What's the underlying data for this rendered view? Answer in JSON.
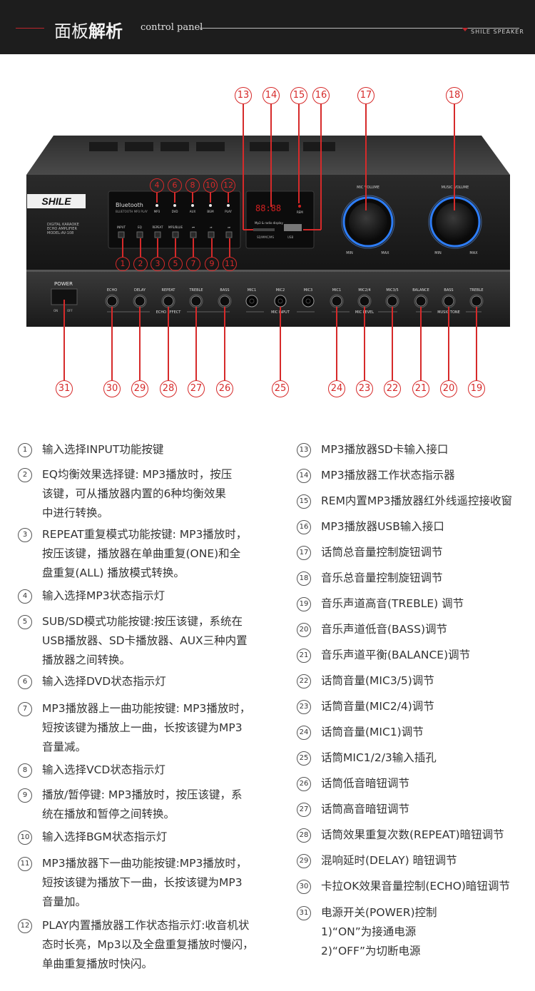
{
  "header": {
    "title_cn_a": "面板",
    "title_cn_b": "解析",
    "title_en": "control panel",
    "brand": "SHILE SPEAKER"
  },
  "device": {
    "brand": "SHILE",
    "model_line1": "DIGITAL KARAOKE",
    "model_line2": "ECHO AMPLIFIER",
    "model_line3": "MODEL:AV-108",
    "bluetooth": "Bluetooth",
    "bt_sub": "BLUETOOTH MP3 PLAY",
    "indicators": [
      "MP3",
      "DVD",
      "AUX",
      "BGM",
      "PLAY"
    ],
    "buttons": [
      "INPUT",
      "EQ",
      "REPEAT",
      "MP3/BLUE",
      "⏮",
      "⏯",
      "⏭"
    ],
    "mp3_display_label": "Mp3 & radio display",
    "sd_label": "SD/MMC/MS",
    "rem_label": "REM",
    "usb_label": "USB",
    "mic_volume": "MIC VOLUME",
    "music_volume": "MUSIC VOLUME",
    "min": "MIN",
    "max": "MAX",
    "power": "POWER",
    "power_on": "ON",
    "power_off": "OFF",
    "echo_knobs": [
      "ECHO",
      "DELAY",
      "REPEAT",
      "TREBLE",
      "BASS"
    ],
    "echo_group": "ECHO EFFECT",
    "mic_jacks": [
      "MIC1",
      "MIC2",
      "MIC3"
    ],
    "mic_input_group": "MIC INPUT",
    "mic_level_knobs": [
      "MIC1",
      "MIC2/4",
      "MIC3/5"
    ],
    "mic_level_group": "MIC LEVEL",
    "music_knobs": [
      "BALANCE",
      "BASS",
      "TREBLE"
    ],
    "music_tone_group": "MUSIC TONE"
  },
  "descriptions_left": [
    {
      "n": "1",
      "text": "输入选择INPUT功能按键"
    },
    {
      "n": "2",
      "text": "EQ均衡效果选择键: MP3播放时，按压\n该键，可从播放器内置的6种均衡效果\n中进行转换。"
    },
    {
      "n": "3",
      "text": "REPEAT重复模式功能按键: MP3播放时，\n按压该键，播放器在单曲重复(ONE)和全\n盘重复(ALL) 播放模式转换。"
    },
    {
      "n": "4",
      "text": "输入选择MP3状态指示灯"
    },
    {
      "n": "5",
      "text": "SUB/SD模式功能按键:按压该键，系统在\nUSB播放器、SD卡播放器、AUX三种内置\n播放器之间转换。"
    },
    {
      "n": "6",
      "text": "输入选择DVD状态指示灯"
    },
    {
      "n": "7",
      "text": "MP3播放器上一曲功能按键: MP3播放时，\n短按该键为播放上一曲，长按该键为MP3\n音量减。"
    },
    {
      "n": "8",
      "text": "输入选择VCD状态指示灯"
    },
    {
      "n": "9",
      "text": "播放/暂停键: MP3播放时，按压该键，系\n统在播放和暂停之间转换。"
    },
    {
      "n": "10",
      "text": "输入选择BGM状态指示灯"
    },
    {
      "n": "11",
      "text": "MP3播放器下一曲功能按键:MP3播放时，\n短按该键为播放下一曲，长按该键为MP3\n音量加。"
    },
    {
      "n": "12",
      "text": "PLAY内置播放器工作状态指示灯:收音机状\n态时长亮，Mp3以及全盘重复播放时慢闪，\n单曲重复播放时快闪。"
    }
  ],
  "descriptions_right": [
    {
      "n": "13",
      "text": "MP3播放器SD卡输入接口"
    },
    {
      "n": "14",
      "text": "MP3播放器工作状态指示器"
    },
    {
      "n": "15",
      "text": "REM内置MP3播放器红外线遥控接收窗"
    },
    {
      "n": "16",
      "text": "MP3播放器USB输入接口"
    },
    {
      "n": "17",
      "text": "话筒总音量控制旋钮调节"
    },
    {
      "n": "18",
      "text": "音乐总音量控制旋钮调节"
    },
    {
      "n": "19",
      "text": "音乐声道高音(TREBLE) 调节"
    },
    {
      "n": "20",
      "text": "音乐声道低音(BASS)调节"
    },
    {
      "n": "21",
      "text": "音乐声道平衡(BALANCE)调节"
    },
    {
      "n": "22",
      "text": "话筒音量(MIC3/5)调节"
    },
    {
      "n": "23",
      "text": "话筒音量(MIC2/4)调节"
    },
    {
      "n": "24",
      "text": "话筒音量(MIC1)调节"
    },
    {
      "n": "25",
      "text": "话筒MIC1/2/3输入插孔"
    },
    {
      "n": "26",
      "text": "话筒低音暗钮调节"
    },
    {
      "n": "27",
      "text": "话筒高音暗钮调节"
    },
    {
      "n": "28",
      "text": "话筒效果重复次数(REPEAT)暗钮调节"
    },
    {
      "n": "29",
      "text": "混响延时(DELAY) 暗钮调节"
    },
    {
      "n": "30",
      "text": "卡拉OK效果音量控制(ECHO)暗钮调节"
    },
    {
      "n": "31",
      "text": "电源开关(POWER)控制\n1)“ON”为接通电源\n2)“OFF”为切断电源"
    }
  ]
}
